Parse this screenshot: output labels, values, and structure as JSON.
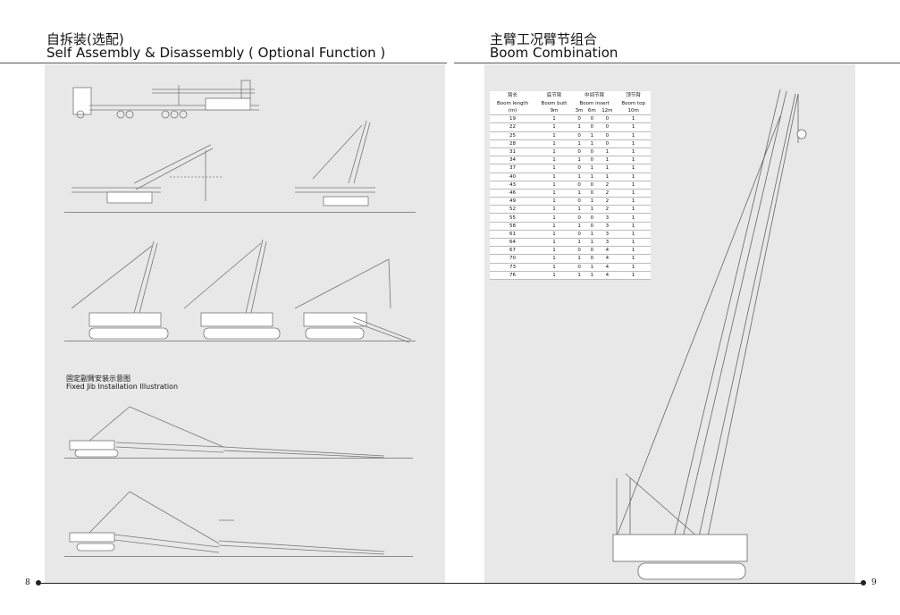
{
  "left_page": {
    "title_cn": "自拆装(选配)",
    "title_en": "Self Assembly & Disassembly ( Optional Function )",
    "jib_caption_cn": "固定副臂安装示意图",
    "jib_caption_en": "Fixed Jib Installation Illustration",
    "page_number": "8"
  },
  "right_page": {
    "title_cn": "主臂工况臂节组合",
    "title_en": "Boom Combination",
    "page_number": "9"
  },
  "boom_table": {
    "h_length_cn": "臂长",
    "h_length_en": "Boom length",
    "h_unit": "(m)",
    "h_butt_cn": "底节臂",
    "h_butt_en": "Boom butt",
    "h_insert_cn": "中间节臂",
    "h_insert_en": "Boom insert",
    "h_top_cn": "顶节臂",
    "h_top_en": "Boom top",
    "sub_butt": "9m",
    "sub_3m": "3m",
    "sub_6m": "6m",
    "sub_12m": "12m",
    "sub_top": "10m",
    "rows": [
      [
        "19",
        "1",
        "0",
        "0",
        "0",
        "1"
      ],
      [
        "22",
        "1",
        "1",
        "0",
        "0",
        "1"
      ],
      [
        "25",
        "1",
        "0",
        "1",
        "0",
        "1"
      ],
      [
        "28",
        "1",
        "1",
        "1",
        "0",
        "1"
      ],
      [
        "31",
        "1",
        "0",
        "0",
        "1",
        "1"
      ],
      [
        "34",
        "1",
        "1",
        "0",
        "1",
        "1"
      ],
      [
        "37",
        "1",
        "0",
        "1",
        "1",
        "1"
      ],
      [
        "40",
        "1",
        "1",
        "1",
        "1",
        "1"
      ],
      [
        "43",
        "1",
        "0",
        "0",
        "2",
        "1"
      ],
      [
        "46",
        "1",
        "1",
        "0",
        "2",
        "1"
      ],
      [
        "49",
        "1",
        "0",
        "1",
        "2",
        "1"
      ],
      [
        "52",
        "1",
        "1",
        "1",
        "2",
        "1"
      ],
      [
        "55",
        "1",
        "0",
        "0",
        "3",
        "1"
      ],
      [
        "58",
        "1",
        "1",
        "0",
        "3",
        "1"
      ],
      [
        "61",
        "1",
        "0",
        "1",
        "3",
        "1"
      ],
      [
        "64",
        "1",
        "1",
        "1",
        "3",
        "1"
      ],
      [
        "67",
        "1",
        "0",
        "0",
        "4",
        "1"
      ],
      [
        "70",
        "1",
        "1",
        "0",
        "4",
        "1"
      ],
      [
        "73",
        "1",
        "0",
        "1",
        "4",
        "1"
      ],
      [
        "76",
        "1",
        "1",
        "1",
        "4",
        "1"
      ]
    ]
  }
}
